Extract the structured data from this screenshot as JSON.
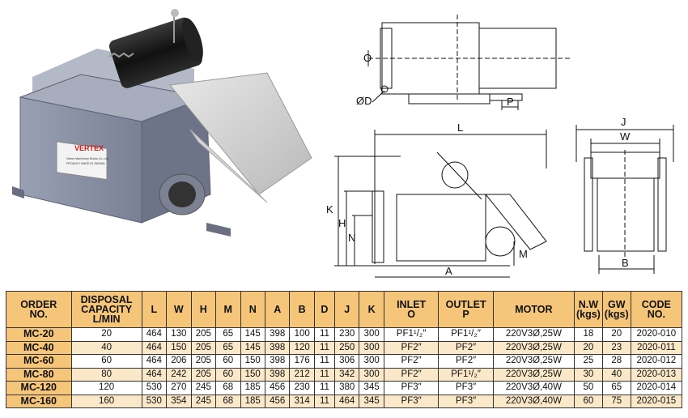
{
  "photo": {
    "brand": "VERTEX",
    "plate_line1": "Vertex Machinery Works Co.,Ltd.",
    "plate_line2": "PROUDLY MADE IN TAIWAN"
  },
  "drawings": {
    "top_view_labels": {
      "o": "O",
      "d": "ØD",
      "p": "P"
    },
    "side_view_labels": {
      "l": "L",
      "k": "K",
      "h": "H",
      "n": "N",
      "a": "A",
      "m": "M"
    },
    "end_view_labels": {
      "j": "J",
      "w": "W",
      "b": "B"
    }
  },
  "table": {
    "headers": [
      [
        "ORDER",
        "NO."
      ],
      [
        "DISPOSAL",
        "CAPACITY",
        "L/MIN"
      ],
      [
        "L"
      ],
      [
        "W"
      ],
      [
        "H"
      ],
      [
        "M"
      ],
      [
        "N"
      ],
      [
        "A"
      ],
      [
        "B"
      ],
      [
        "D"
      ],
      [
        "J"
      ],
      [
        "K"
      ],
      [
        "INLET",
        "O"
      ],
      [
        "OUTLET",
        "P"
      ],
      [
        "MOTOR"
      ],
      [
        "N.W",
        "(kgs)"
      ],
      [
        "GW",
        "(kgs)"
      ],
      [
        "CODE",
        "NO."
      ]
    ],
    "rows": [
      [
        "MC-20",
        "20",
        "464",
        "130",
        "205",
        "65",
        "145",
        "398",
        "100",
        "11",
        "230",
        "300",
        "PF1¹/₂″",
        "PF1¹/₂″",
        "220V3Ø,25W",
        "18",
        "20",
        "2020-010"
      ],
      [
        "MC-40",
        "40",
        "464",
        "150",
        "205",
        "65",
        "145",
        "398",
        "120",
        "11",
        "250",
        "300",
        "PF2″",
        "PF2″",
        "220V3Ø,25W",
        "20",
        "23",
        "2020-011"
      ],
      [
        "MC-60",
        "60",
        "464",
        "206",
        "205",
        "60",
        "150",
        "398",
        "176",
        "11",
        "306",
        "300",
        "PF2″",
        "PF2″",
        "220V3Ø,25W",
        "25",
        "28",
        "2020-012"
      ],
      [
        "MC-80",
        "80",
        "464",
        "242",
        "205",
        "60",
        "150",
        "398",
        "212",
        "11",
        "342",
        "300",
        "PF2″",
        "PF1¹/₂″",
        "220V3Ø,25W",
        "30",
        "40",
        "2020-013"
      ],
      [
        "MC-120",
        "120",
        "530",
        "270",
        "245",
        "68",
        "185",
        "456",
        "230",
        "11",
        "380",
        "345",
        "PF3″",
        "PF3″",
        "220V3Ø,40W",
        "50",
        "65",
        "2020-014"
      ],
      [
        "MC-160",
        "160",
        "530",
        "354",
        "245",
        "68",
        "185",
        "456",
        "314",
        "11",
        "464",
        "345",
        "PF3″",
        "PF3″",
        "220V3Ø,40W",
        "60",
        "75",
        "2020-015"
      ]
    ]
  },
  "colors": {
    "header_bg": "#f5c57a",
    "alt_row_bg": "#fbe8c9",
    "machine_body": "#8d93a6"
  }
}
